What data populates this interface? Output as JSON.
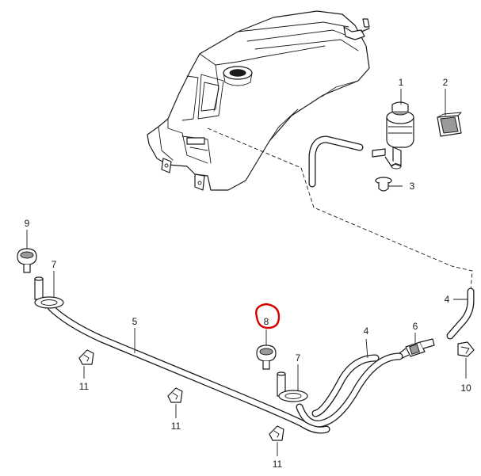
{
  "callouts": [
    {
      "id": "c1",
      "text": "1"
    },
    {
      "id": "c2",
      "text": "2"
    },
    {
      "id": "c3",
      "text": "3"
    },
    {
      "id": "c4a",
      "text": "4"
    },
    {
      "id": "c4b",
      "text": "4"
    },
    {
      "id": "c5",
      "text": "5"
    },
    {
      "id": "c6",
      "text": "6"
    },
    {
      "id": "c7a",
      "text": "7"
    },
    {
      "id": "c7b",
      "text": "7"
    },
    {
      "id": "c8",
      "text": "8"
    },
    {
      "id": "c9",
      "text": "9"
    },
    {
      "id": "c10",
      "text": "10"
    },
    {
      "id": "c11a",
      "text": "11"
    },
    {
      "id": "c11b",
      "text": "11"
    },
    {
      "id": "c11c",
      "text": "11"
    }
  ],
  "highlight": {
    "callout": "8",
    "color": "#d40000"
  },
  "colors": {
    "line": "#1a1a1a",
    "background": "#ffffff"
  }
}
